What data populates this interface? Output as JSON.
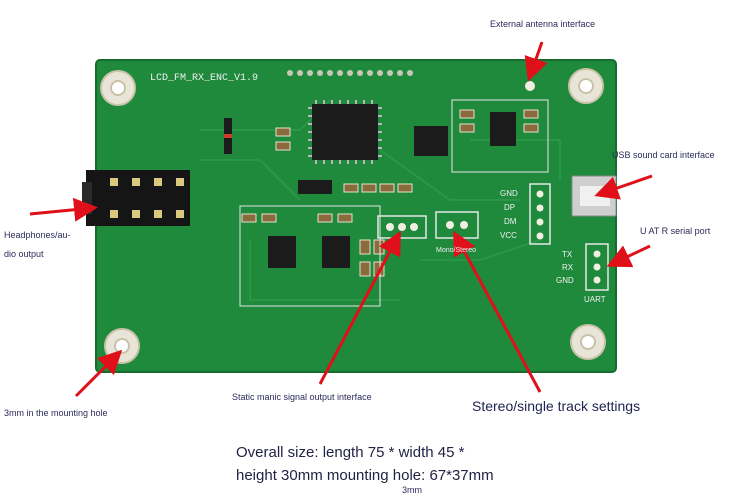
{
  "board": {
    "title_silk": "LCD_FM_RX_ENC_V1.9",
    "pcb_color": "#1f8a3c",
    "usb_pins": [
      "GND",
      "DP",
      "DM",
      "VCC"
    ],
    "uart_pins": [
      "TX",
      "RX",
      "GND"
    ],
    "uart_label": "UART",
    "mono_silk": "Mono/Stereo"
  },
  "annotations": {
    "antenna": "External antenna interface",
    "usb": "USB sound card interface",
    "uart": "U AT R serial port",
    "headphones_line1": "Headphones/au-",
    "headphones_line2": "dio output",
    "mounting": "3mm in the mounting hole",
    "static_output": "Static manic signal output interface",
    "stereo": "Stereo/single track settings"
  },
  "spec": {
    "line1": "Overall size: length 75 * width 45 *",
    "line2": "height 30mm mounting hole: 67*37mm",
    "line3": "3mm"
  },
  "colors": {
    "arrow": "#e0101a",
    "board": "#1f8a3c",
    "board_dark": "#176b2e"
  }
}
